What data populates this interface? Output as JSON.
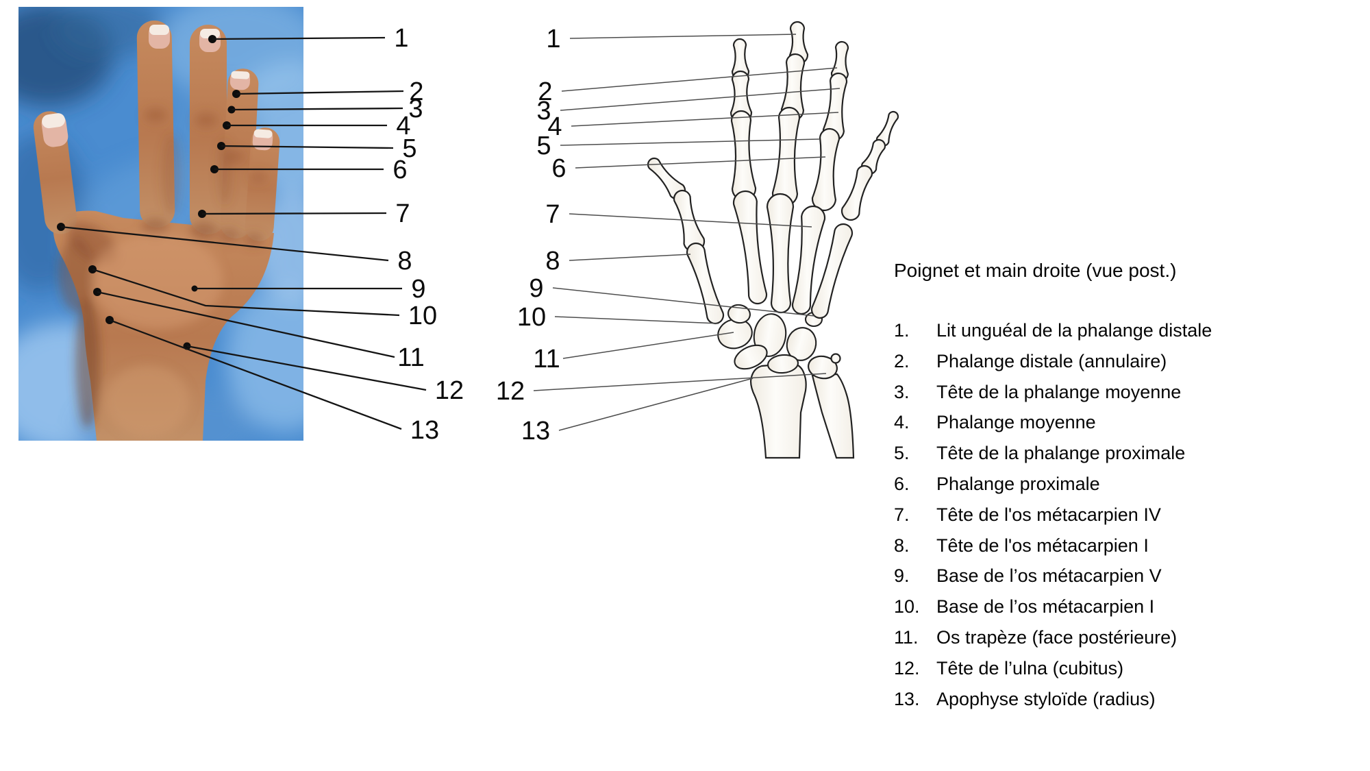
{
  "legend": {
    "title": "Poignet et main droite (vue post.)",
    "items": [
      {
        "num": "1.",
        "label": "Lit unguéal de la phalange distale"
      },
      {
        "num": "2.",
        "label": "Phalange distale (annulaire)"
      },
      {
        "num": "3.",
        "label": "Tête de la phalange moyenne"
      },
      {
        "num": "4.",
        "label": "Phalange moyenne"
      },
      {
        "num": "5.",
        "label": "Tête de la phalange proximale"
      },
      {
        "num": "6.",
        "label": "Phalange proximale"
      },
      {
        "num": "7.",
        "label": "Tête de l'os métacarpien IV"
      },
      {
        "num": "8.",
        "label": "Tête de l'os métacarpien I"
      },
      {
        "num": "9.",
        "label": "Base de l’os métacarpien V"
      },
      {
        "num": "10.",
        "label": "Base de l’os métacarpien I"
      },
      {
        "num": "11.",
        "label": "Os trapèze (face postérieure)"
      },
      {
        "num": "12.",
        "label": "Tête de l’ulna (cubitus)"
      },
      {
        "num": "13.",
        "label": "Apophyse styloïde (radius)"
      }
    ]
  },
  "labels": [
    "1",
    "2",
    "3",
    "4",
    "5",
    "6",
    "7",
    "8",
    "9",
    "10",
    "11",
    "12",
    "13"
  ],
  "colors": {
    "photo_background": "#4a8cd0",
    "skin": "#bc7c53",
    "bone_outline": "#222222",
    "leader_line": "#141414",
    "text": "#000000"
  }
}
